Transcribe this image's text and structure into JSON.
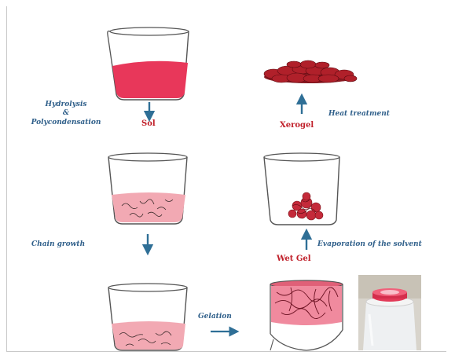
{
  "steps": {
    "hydrolysis_line1": "Hydrolysis",
    "hydrolysis_line2": "&",
    "hydrolysis_line3": "Polycondensation",
    "sol": "Sol",
    "chain_growth": "Chain growth",
    "gelation": "Gelation",
    "wet_gel": "Wet Gel",
    "evaporation": "Evaporation of the solvent",
    "xerogel": "Xerogel",
    "heat_treatment": "Heat treatment"
  },
  "colors": {
    "sol_liquid": "#e8375a",
    "chain_liquid": "#f2a9b3",
    "xerogel": "#b0202a",
    "arrow": "#2f6f96",
    "text_blue": "#2f5f8a",
    "text_red": "#c0202a"
  }
}
